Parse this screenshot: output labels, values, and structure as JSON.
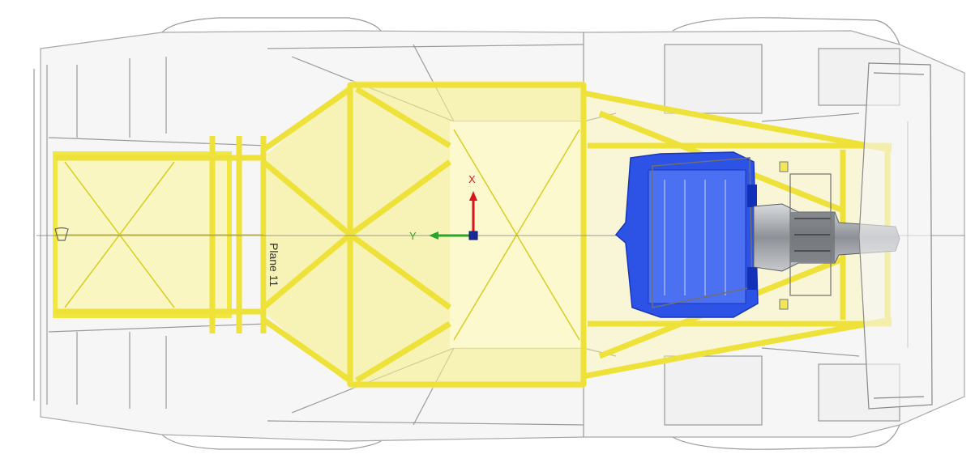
{
  "viewport": {
    "triad": {
      "x_label": "X",
      "y_label": "Y",
      "x_color": "#d9141c",
      "y_color": "#2aa52a",
      "origin_color": "#1b2a9a"
    },
    "plane_label": "Plane 11",
    "colors": {
      "background": "#ffffff",
      "body_outline": "#9a9a9a",
      "body_fill": "#f3f3f3",
      "frame_yellow": "#f2e640",
      "frame_fill": "#fbf6a8",
      "engine_blue": "#2a4fe0",
      "engine_dark": "#1230b8",
      "gearbox_grey": "#9ea2a8"
    },
    "components": [
      "body-shell-icon",
      "roll-cage-icon",
      "engine-block-icon",
      "gearbox-icon",
      "rear-wing-icon"
    ]
  }
}
